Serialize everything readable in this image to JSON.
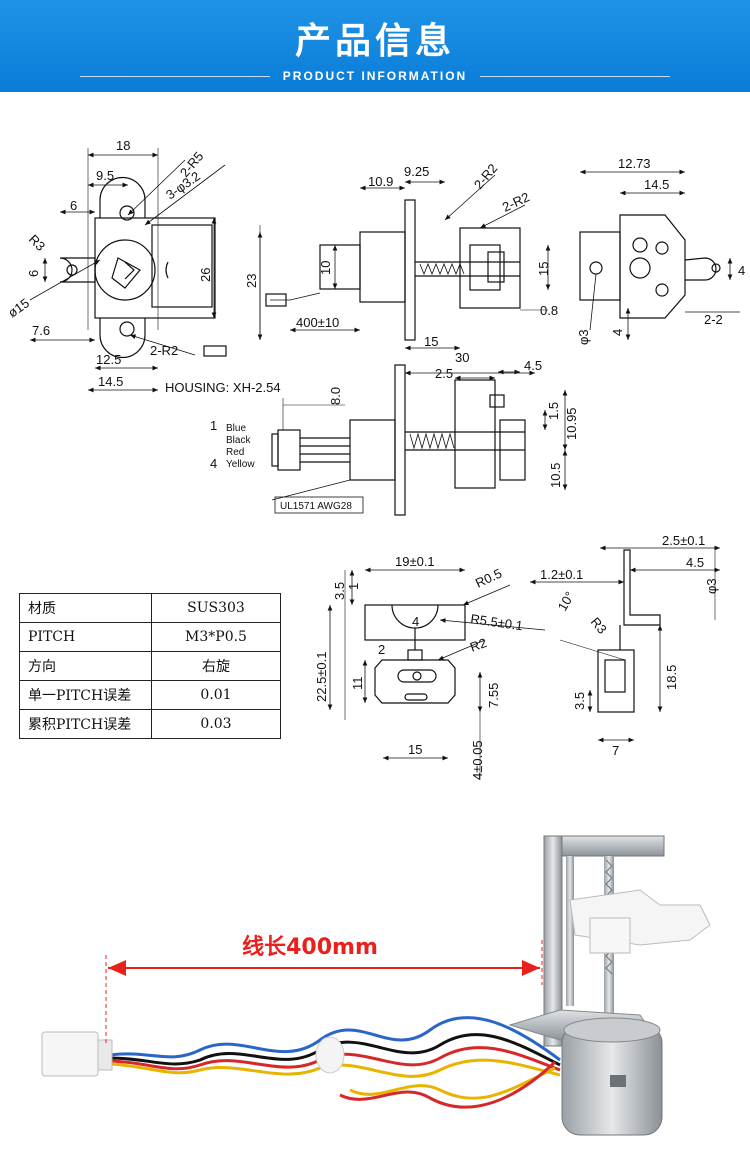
{
  "header": {
    "title": "产品信息",
    "subtitle": "PRODUCT INFORMATION",
    "bg_color": "#0a7cd8"
  },
  "front_view": {
    "dims": {
      "width_total": "18",
      "offset_top": "9.5",
      "radius_top": "2-R5",
      "holes": "3-φ3.2",
      "left_offset": "6",
      "radius_left": "R3",
      "small_height": "6",
      "height": "26",
      "motor_dia": "ø15",
      "left_width": "7.6",
      "bottom_width": "12.5",
      "radius_bottom": "2-R2",
      "base_width": "14.5"
    }
  },
  "side_view": {
    "dims": {
      "d1": "10.9",
      "d2": "9.25",
      "d3": "2-R2",
      "d4": "2-R2",
      "height": "23",
      "motor": "10",
      "right_h": "15",
      "gap": "0.8",
      "wire_len": "400±10",
      "body": "15"
    }
  },
  "end_view": {
    "dims": {
      "w1": "12.73",
      "w2": "14.5",
      "right": "4",
      "hole": "φ3",
      "h": "4",
      "r": "2-2"
    }
  },
  "housing": {
    "label": "HOUSING:  XH-2.54",
    "pin_first": "1",
    "pin_last": "4",
    "wires": [
      "Blue",
      "Black",
      "Red",
      "Yellow"
    ],
    "cable": "UL1571 AWG28",
    "dims": {
      "total": "30",
      "a": "2.5",
      "b": "4.5",
      "c": "8.0",
      "d": "1.5",
      "e": "10.95",
      "f": "10.5"
    }
  },
  "bracket_front": {
    "dims": {
      "top": "19±0.1",
      "r1": "R0.5",
      "left": "3.5",
      "one": "1",
      "r2": "R5.5±0.1",
      "four": "4",
      "height": "22.5±0.1",
      "two": "2",
      "r3": "R2",
      "eleven": "11",
      "slot": "7.55",
      "bottom": "15",
      "base": "4±0.05"
    }
  },
  "bracket_side": {
    "dims": {
      "a": "2.5±0.1",
      "b": "4.5",
      "c": "1.2±0.1",
      "angle": "10°",
      "hole": "φ3",
      "r": "R3",
      "h": "18.5",
      "low": "3.5",
      "w": "7"
    }
  },
  "spec_table": [
    {
      "key": "材质",
      "value": "SUS303"
    },
    {
      "key": "PITCH",
      "value": "M3*P0.5"
    },
    {
      "key": "方向",
      "value": "右旋"
    },
    {
      "key": "单一PITCH误差",
      "value": "0.01"
    },
    {
      "key": "累积PITCH误差",
      "value": "0.03"
    }
  ],
  "photo": {
    "wire_length_label": "线长400mm",
    "label_color": "#e8211d"
  }
}
